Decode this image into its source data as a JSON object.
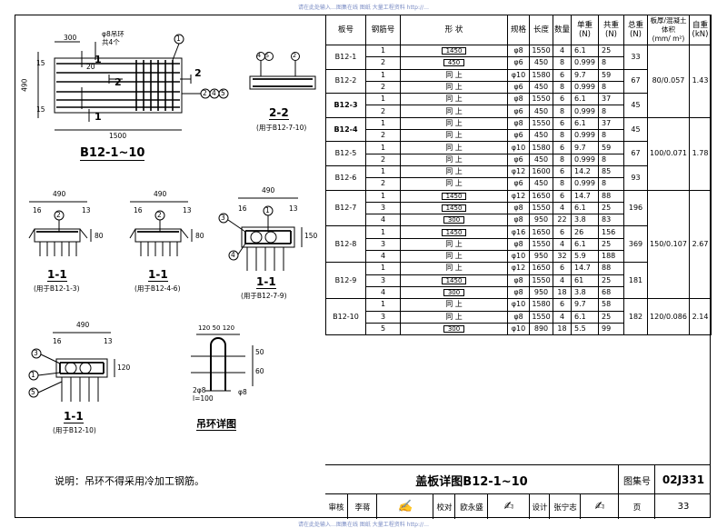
{
  "watermark_top": "请在此处输入…图集在线 图纸 大量工程资料 http://…",
  "watermark_bottom": "请在此处输入…图集在线 图纸 大量工程资料 http://…",
  "drawing": {
    "plan_title": "B12-1~10",
    "plan_dims": {
      "top": "300",
      "left": "490",
      "bottom": "1500",
      "ring_note": "φ8吊环",
      "ring_count": "共4个",
      "d20": "20",
      "d15": "15"
    },
    "section_marks": {
      "s1": "1",
      "s2": "2"
    },
    "circles": {
      "c1": "1",
      "c2": "2",
      "c3": "3",
      "c4": "4",
      "c5": "5"
    },
    "circle_group": "②④⑤",
    "sec22_title": "2-2",
    "sec22_note": "(用于B12-7-10)",
    "sections": [
      {
        "title": "1-1",
        "note": "(用于B12-1-3)",
        "dim": "490",
        "h": "80",
        "d16": "16",
        "d13": "13"
      },
      {
        "title": "1-1",
        "note": "(用于B12-4-6)",
        "dim": "490",
        "h": "80",
        "d16": "16",
        "d13": "13"
      },
      {
        "title": "1-1",
        "note": "(用于B12-7-9)",
        "dim": "490",
        "h": "150",
        "d16": "16",
        "d13": "13"
      },
      {
        "title": "1-1",
        "note": "(用于B12-10)",
        "dim": "490",
        "h": "120",
        "d16": "16",
        "d13": "13"
      }
    ],
    "hook_title": "吊环详图",
    "hook_dims": {
      "top": "120  50  120",
      "h1": "50",
      "h2": "60",
      "bar": "2φ8",
      "len": "l=100",
      "tag": "φ8"
    },
    "note": "说明：吊环不得采用冷加工钢筋。"
  },
  "table": {
    "headers": {
      "no": "板号",
      "rebar_no": "钢筋号",
      "shape": "形    状",
      "spec": "规格",
      "length": "长度",
      "qty": "数量",
      "unit_w": "单重",
      "unit_w_u": "(N)",
      "total_w": "共重",
      "total_w_u": "(N)",
      "sum_w": "总重",
      "sum_w_u": "(N)",
      "thick": "板厚",
      "conc": "混凝土体积",
      "conc_u": "(mm/ m²)",
      "self_w": "自重",
      "self_w_u": "(kN)"
    },
    "rows": [
      {
        "no": "B12-1",
        "r": "1",
        "shape": "1450",
        "spec": "φ8",
        "len": "1550",
        "qty": "4",
        "uw": "6.1",
        "tw": "25"
      },
      {
        "no": "",
        "r": "2",
        "shape": "450",
        "spec": "φ6",
        "len": "450",
        "qty": "8",
        "uw": "0.999",
        "tw": "8"
      },
      {
        "no": "B12-2",
        "r": "1",
        "shape": "同 上",
        "spec": "φ10",
        "len": "1580",
        "qty": "6",
        "uw": "9.7",
        "tw": "59"
      },
      {
        "no": "",
        "r": "2",
        "shape": "同 上",
        "spec": "φ6",
        "len": "450",
        "qty": "8",
        "uw": "0.999",
        "tw": "8"
      },
      {
        "no": "B12-3",
        "r": "1",
        "shape": "同 上",
        "spec": "φ8",
        "len": "1550",
        "qty": "6",
        "uw": "6.1",
        "tw": "37"
      },
      {
        "no": "",
        "r": "2",
        "shape": "同 上",
        "spec": "φ6",
        "len": "450",
        "qty": "8",
        "uw": "0.999",
        "tw": "8"
      },
      {
        "no": "B12-4",
        "r": "1",
        "shape": "同 上",
        "spec": "φ8",
        "len": "1550",
        "qty": "6",
        "uw": "6.1",
        "tw": "37"
      },
      {
        "no": "",
        "r": "2",
        "shape": "同 上",
        "spec": "φ6",
        "len": "450",
        "qty": "8",
        "uw": "0.999",
        "tw": "8"
      },
      {
        "no": "B12-5",
        "r": "1",
        "shape": "同 上",
        "spec": "φ10",
        "len": "1580",
        "qty": "6",
        "uw": "9.7",
        "tw": "59"
      },
      {
        "no": "",
        "r": "2",
        "shape": "同 上",
        "spec": "φ6",
        "len": "450",
        "qty": "8",
        "uw": "0.999",
        "tw": "8"
      },
      {
        "no": "B12-6",
        "r": "1",
        "shape": "同 上",
        "spec": "φ12",
        "len": "1600",
        "qty": "6",
        "uw": "14.2",
        "tw": "85"
      },
      {
        "no": "",
        "r": "2",
        "shape": "同 上",
        "spec": "φ6",
        "len": "450",
        "qty": "8",
        "uw": "0.999",
        "tw": "8"
      },
      {
        "no": "B12-7",
        "r": "1",
        "shape": "1450",
        "spec": "φ12",
        "len": "1650",
        "qty": "6",
        "uw": "14.7",
        "tw": "88"
      },
      {
        "no": "",
        "r": "3",
        "shape": "1450",
        "spec": "φ8",
        "len": "1550",
        "qty": "4",
        "uw": "6.1",
        "tw": "25"
      },
      {
        "no": "",
        "r": "4",
        "shape": "300",
        "spec": "φ8",
        "len": "950",
        "qty": "22",
        "uw": "3.8",
        "tw": "83"
      },
      {
        "no": "B12-8",
        "r": "1",
        "shape": "1450",
        "spec": "φ16",
        "len": "1650",
        "qty": "6",
        "uw": "26",
        "tw": "156"
      },
      {
        "no": "",
        "r": "3",
        "shape": "同 上",
        "spec": "φ8",
        "len": "1550",
        "qty": "4",
        "uw": "6.1",
        "tw": "25"
      },
      {
        "no": "",
        "r": "4",
        "shape": "同 上",
        "spec": "φ10",
        "len": "950",
        "qty": "32",
        "uw": "5.9",
        "tw": "188"
      },
      {
        "no": "B12-9",
        "r": "1",
        "shape": "同 上",
        "spec": "φ12",
        "len": "1650",
        "qty": "6",
        "uw": "14.7",
        "tw": "88"
      },
      {
        "no": "",
        "r": "3",
        "shape": "1450",
        "spec": "φ8",
        "len": "1550",
        "qty": "4",
        "uw": "61",
        "tw": "25"
      },
      {
        "no": "",
        "r": "4",
        "shape": "300",
        "spec": "φ8",
        "len": "950",
        "qty": "18",
        "uw": "3.8",
        "tw": "68"
      },
      {
        "no": "B12-10",
        "r": "1",
        "shape": "同 上",
        "spec": "φ10",
        "len": "1580",
        "qty": "6",
        "uw": "9.7",
        "tw": "58"
      },
      {
        "no": "",
        "r": "3",
        "shape": "同 上",
        "spec": "φ8",
        "len": "1550",
        "qty": "4",
        "uw": "6.1",
        "tw": "25"
      },
      {
        "no": "",
        "r": "5",
        "shape": "300",
        "spec": "φ10",
        "len": "890",
        "qty": "18",
        "uw": "5.5",
        "tw": "99"
      }
    ],
    "sums": [
      "33",
      "67",
      "45",
      "45",
      "67",
      "93",
      "196",
      "369",
      "181",
      "182"
    ],
    "groups": [
      {
        "thick": "80",
        "conc": "0.057",
        "self": "1.43"
      },
      {
        "thick": "100",
        "conc": "0.071",
        "self": "1.78"
      },
      {
        "thick": "150",
        "conc": "0.107",
        "self": "2.67"
      },
      {
        "thick": "120",
        "conc": "0.086",
        "self": "2.14"
      }
    ]
  },
  "title_block": {
    "title": "盖板详图B12-1~10",
    "atlas_label": "图集号",
    "atlas_no": "02J331",
    "review": "审核",
    "reviewer": "李蒋",
    "check": "校对",
    "checker": "欧永盛",
    "design": "设计",
    "designer": "张宁志",
    "page_label": "页",
    "page_no": "33"
  }
}
